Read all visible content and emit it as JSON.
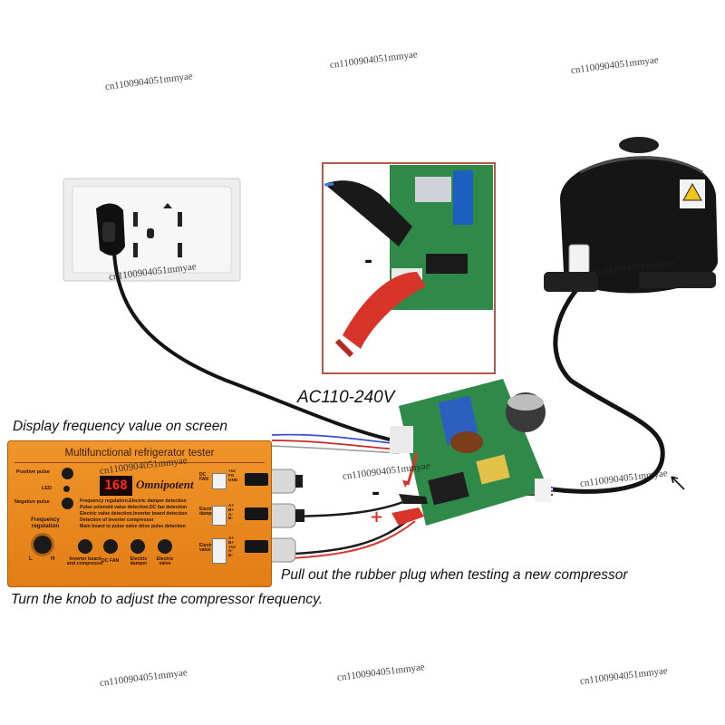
{
  "callouts": {
    "voltage": "AC110-240V",
    "display_frequency": "Display frequency value on screen",
    "rubber_plug": "Pull out the rubber plug when testing a new compressor",
    "knob_adjust": "Turn the knob to adjust the compressor frequency."
  },
  "watermark": "cn1100904051mmyae",
  "tester": {
    "title": "Multifunctional refrigerator tester",
    "display_value": "168",
    "brand": "Omnipotent",
    "left_labels": {
      "positive_pulse": "Positive pulse",
      "led": "LED",
      "negative_pulse": "Negative pulse",
      "frequency_regulation": "Frequency regulation",
      "knob_low": "L",
      "knob_high": "H"
    },
    "features": [
      "Frequency regulation.Electric damper detection",
      "Pulse solenoid valve detection.DC fan detection",
      "Electric valve detection.Inverter board detection",
      "Detection of inverter compressor",
      "Main board to pulse valve drive pulse detection"
    ],
    "bottom_buttons": [
      {
        "label": "Inverter board and compressor"
      },
      {
        "label": "DC FAN"
      },
      {
        "label": "Electric damper"
      },
      {
        "label": "Electric valve"
      }
    ],
    "right_labels": {
      "dc_fan": "DC FAN",
      "electric_damper": "Electric damper",
      "electric_valve": "Electric valve",
      "fan_pins": "+12\nFG\nGND",
      "damper_pins": "A+\nB+\nA-\nB-",
      "valve_pins": "A+\nB+\n+12\nA-\nB-"
    }
  },
  "inset": {
    "minus": "-",
    "plus": "+"
  },
  "board_signs": {
    "minus": "-",
    "plus": "+"
  },
  "colors": {
    "tester_orange": "#e8861c",
    "clip_red": "#d8352a",
    "clip_black": "#1e1e1e",
    "pcb_green": "#2f8a4a",
    "inset_border": "#b5584a"
  }
}
